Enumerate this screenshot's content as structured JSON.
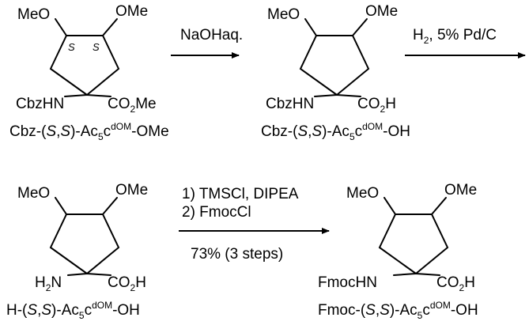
{
  "colors": {
    "ink": "#000000",
    "background": "#ffffff"
  },
  "compounds": [
    {
      "id": "cbz-ome",
      "top_left": "MeO",
      "top_right": "OMe",
      "stereo_left": "S",
      "stereo_right": "S",
      "amine": "CbzHN",
      "ester_prefix": "CO",
      "ester_sub": "2",
      "ester_suffix": "Me",
      "name": {
        "prefix": "Cbz-(",
        "s1": "S",
        "comma": ",",
        "s2": "S",
        "mid": ")-Ac",
        "sub": "5",
        "c": "c",
        "sup": "dOM",
        "suffix": "-OMe"
      }
    },
    {
      "id": "cbz-oh",
      "top_left": "MeO",
      "top_right": "OMe",
      "amine": "CbzHN",
      "acid_prefix": "CO",
      "acid_sub": "2",
      "acid_suffix": "H",
      "name": {
        "prefix": "Cbz-(",
        "s1": "S",
        "comma": ",",
        "s2": "S",
        "mid": ")-Ac",
        "sub": "5",
        "c": "c",
        "sup": "dOM",
        "suffix": "-OH"
      }
    },
    {
      "id": "h-oh",
      "top_left": "MeO",
      "top_right": "OMe",
      "amine_prefix": "H",
      "amine_sub": "2",
      "amine_suffix": "N",
      "acid_prefix": "CO",
      "acid_sub": "2",
      "acid_suffix": "H",
      "name": {
        "prefix": "H-(",
        "s1": "S",
        "comma": ",",
        "s2": "S",
        "mid": ")-Ac",
        "sub": "5",
        "c": "c",
        "sup": "dOM",
        "suffix": "-OH"
      }
    },
    {
      "id": "fmoc-oh",
      "top_left": "MeO",
      "top_right": "OMe",
      "amine": "FmocHN",
      "acid_prefix": "CO",
      "acid_sub": "2",
      "acid_suffix": "H",
      "name": {
        "prefix": "Fmoc-(",
        "s1": "S",
        "comma": ",",
        "s2": "S",
        "mid": ")-Ac",
        "sub": "5",
        "c": "c",
        "sup": "dOM",
        "suffix": "-OH"
      }
    }
  ],
  "reactions": [
    {
      "id": "step-1",
      "reagent": "NaOHaq."
    },
    {
      "id": "step-2",
      "reagent_prefix": "H",
      "reagent_sub": "2",
      "reagent_suffix": ", 5% Pd/C"
    },
    {
      "id": "step-3",
      "line1": "1) TMSCl, DIPEA",
      "line2": "2) FmocCl",
      "yield": "73% (3 steps)"
    }
  ]
}
